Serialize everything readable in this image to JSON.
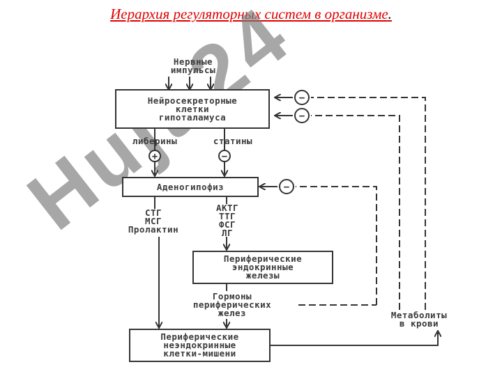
{
  "title": "Иерархия регуляторных систем в организме",
  "title_dot": ".",
  "watermark": "Hujt 24",
  "nodes": {
    "nerve_impulses": "Нервные\nимпульсы",
    "hypothalamus": "Нейросекреторные\nклетки\nгипоталамуса",
    "liberins": "либерины",
    "statins": "статины",
    "adenohypophysis": "Аденогипофиз",
    "stg_group": "СТГ\nМСГ\nПролактин",
    "actg_group": "АКТГ\nТТГ\nФСГ\nЛГ",
    "peripheral_endocrine": "Периферические\nэндокринные\nжелезы",
    "peripheral_hormones": "Гормоны\nпериферических\nжелез",
    "target_cells": "Периферические\nнеэндокринные\nклетки-мишени",
    "metabolites": "Метаболиты\nв крови"
  },
  "signs": {
    "plus": "+",
    "minus": "−"
  },
  "colors": {
    "line": "#333333",
    "title": "#e00000",
    "watermark": "#787878"
  }
}
